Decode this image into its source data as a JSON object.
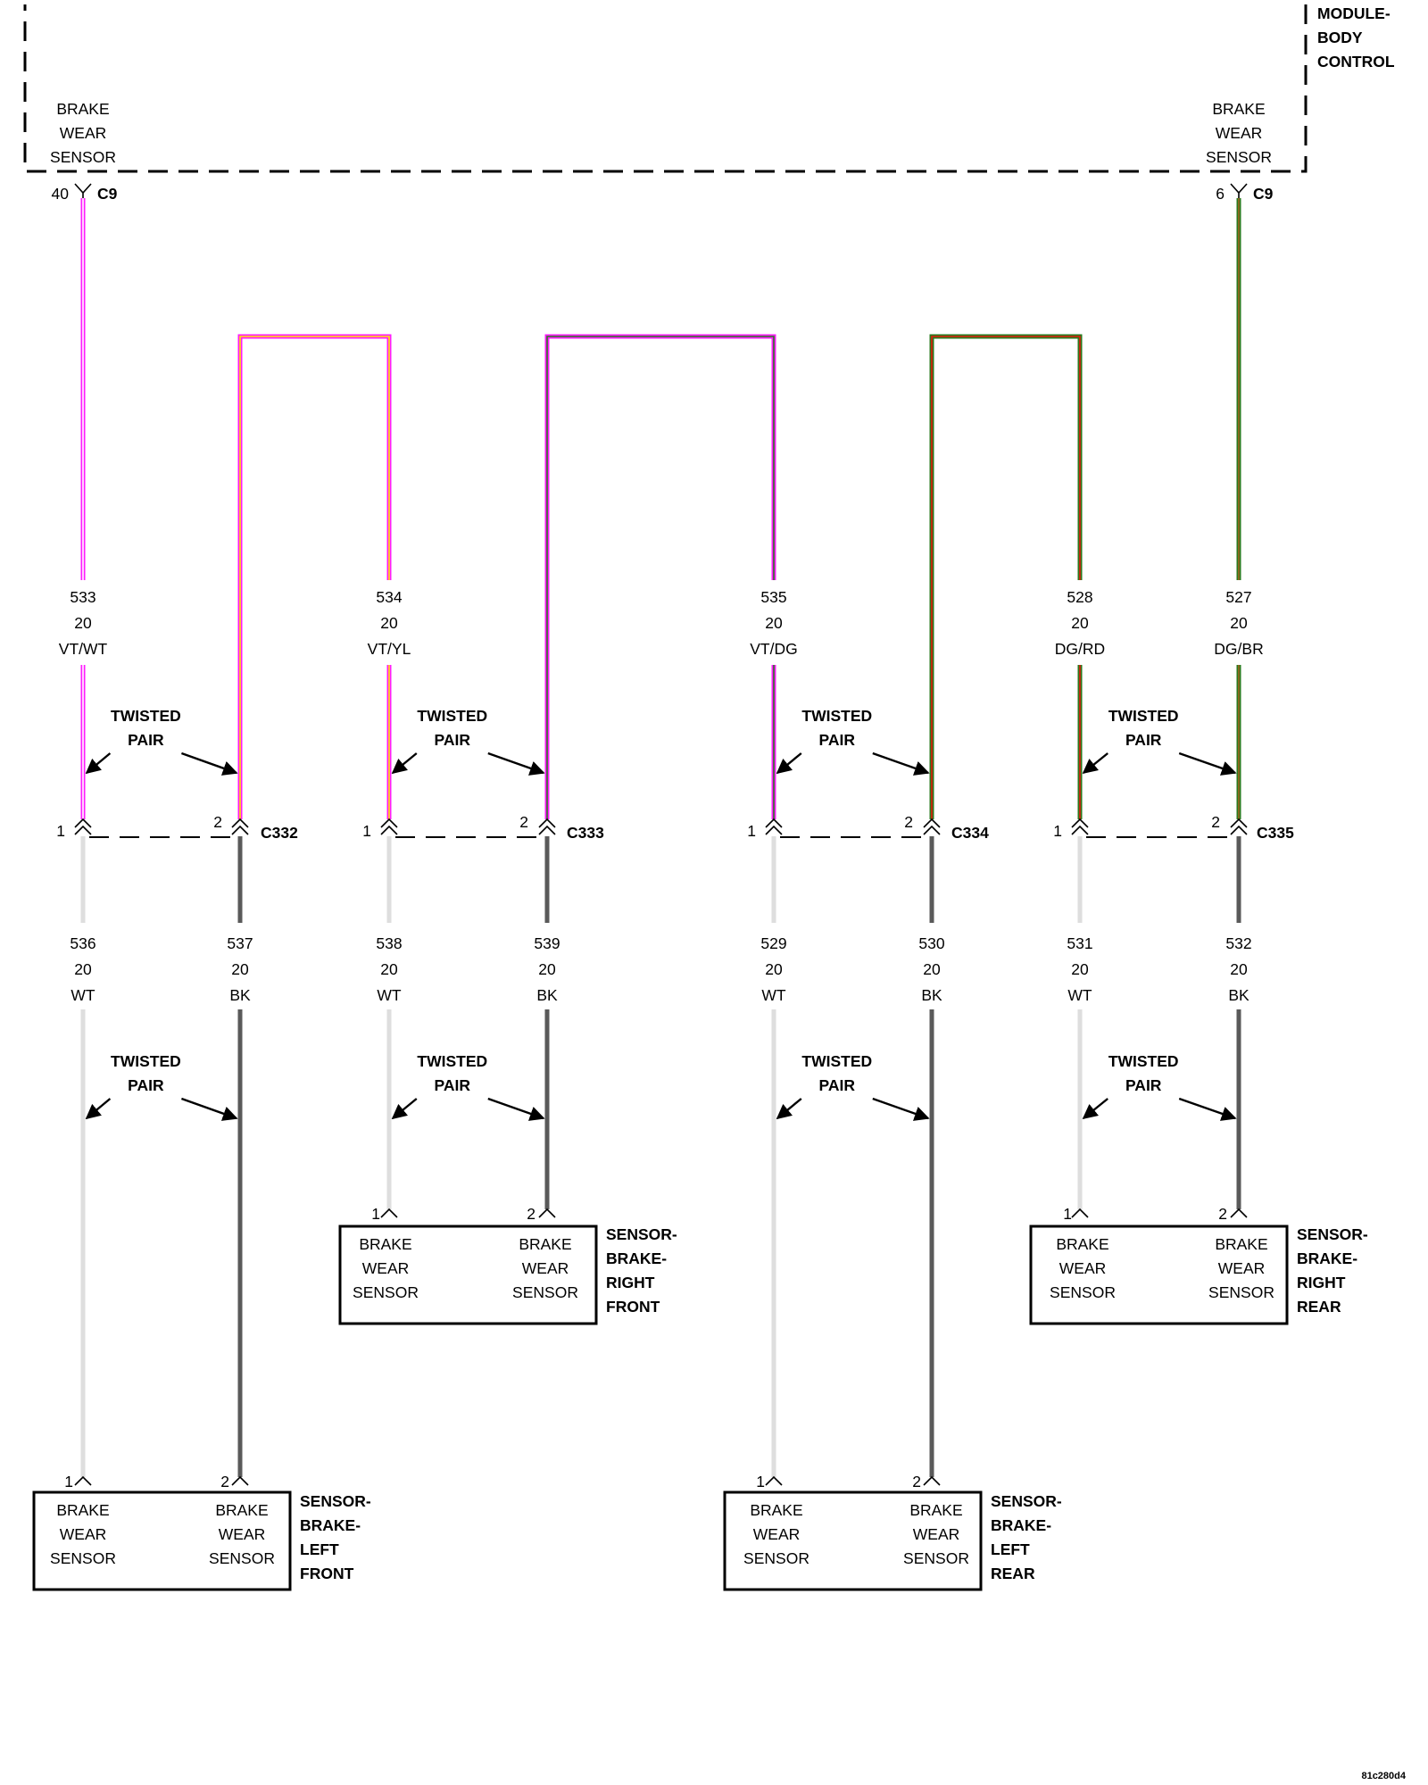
{
  "colors": {
    "VT": "#ff1cff",
    "WT_stripe": "#ffffff",
    "YL": "#ffe600",
    "DG": "#2a7a1e",
    "RD": "#e31a0c",
    "BR": "#a0641e",
    "WT_wire": "#dedede",
    "BK_wire": "#5a5a5a",
    "text": "#000000"
  },
  "module": {
    "name_lines": [
      "MODULE-",
      "BODY",
      "CONTROL"
    ],
    "left_label": [
      "BRAKE",
      "WEAR",
      "SENSOR"
    ],
    "right_label": [
      "BRAKE",
      "WEAR",
      "SENSOR"
    ],
    "left_pin": "40",
    "left_connector": "C9",
    "right_pin": "6",
    "right_connector": "C9"
  },
  "wires_upper": [
    {
      "circuit": "533",
      "gauge": "20",
      "color": "VT/WT"
    },
    {
      "circuit": "534",
      "gauge": "20",
      "color": "VT/YL"
    },
    {
      "circuit": "535",
      "gauge": "20",
      "color": "VT/DG"
    },
    {
      "circuit": "528",
      "gauge": "20",
      "color": "DG/RD"
    },
    {
      "circuit": "527",
      "gauge": "20",
      "color": "DG/BR"
    }
  ],
  "connectors": [
    {
      "name": "C332",
      "pin_left": "1",
      "pin_right": "2"
    },
    {
      "name": "C333",
      "pin_left": "1",
      "pin_right": "2"
    },
    {
      "name": "C334",
      "pin_left": "1",
      "pin_right": "2"
    },
    {
      "name": "C335",
      "pin_left": "1",
      "pin_right": "2"
    }
  ],
  "wires_lower": [
    {
      "circuit": "536",
      "gauge": "20",
      "color": "WT"
    },
    {
      "circuit": "537",
      "gauge": "20",
      "color": "BK"
    },
    {
      "circuit": "538",
      "gauge": "20",
      "color": "WT"
    },
    {
      "circuit": "539",
      "gauge": "20",
      "color": "BK"
    },
    {
      "circuit": "529",
      "gauge": "20",
      "color": "WT"
    },
    {
      "circuit": "530",
      "gauge": "20",
      "color": "BK"
    },
    {
      "circuit": "531",
      "gauge": "20",
      "color": "WT"
    },
    {
      "circuit": "532",
      "gauge": "20",
      "color": "BK"
    }
  ],
  "twisted_pair_label": [
    "TWISTED",
    "PAIR"
  ],
  "sensors": [
    {
      "title": [
        "SENSOR-",
        "BRAKE-",
        "LEFT",
        "FRONT"
      ],
      "pin_left": "1",
      "pin_right": "2",
      "left_label": [
        "BRAKE",
        "WEAR",
        "SENSOR"
      ],
      "right_label": [
        "BRAKE",
        "WEAR",
        "SENSOR"
      ]
    },
    {
      "title": [
        "SENSOR-",
        "BRAKE-",
        "RIGHT",
        "FRONT"
      ],
      "pin_left": "1",
      "pin_right": "2",
      "left_label": [
        "BRAKE",
        "WEAR",
        "SENSOR"
      ],
      "right_label": [
        "BRAKE",
        "WEAR",
        "SENSOR"
      ]
    },
    {
      "title": [
        "SENSOR-",
        "BRAKE-",
        "LEFT",
        "REAR"
      ],
      "pin_left": "1",
      "pin_right": "2",
      "left_label": [
        "BRAKE",
        "WEAR",
        "SENSOR"
      ],
      "right_label": [
        "BRAKE",
        "WEAR",
        "SENSOR"
      ]
    },
    {
      "title": [
        "SENSOR-",
        "BRAKE-",
        "RIGHT",
        "REAR"
      ],
      "pin_left": "1",
      "pin_right": "2",
      "left_label": [
        "BRAKE",
        "WEAR",
        "SENSOR"
      ],
      "right_label": [
        "BRAKE",
        "WEAR",
        "SENSOR"
      ]
    }
  ],
  "figure_id": "81c280d4"
}
